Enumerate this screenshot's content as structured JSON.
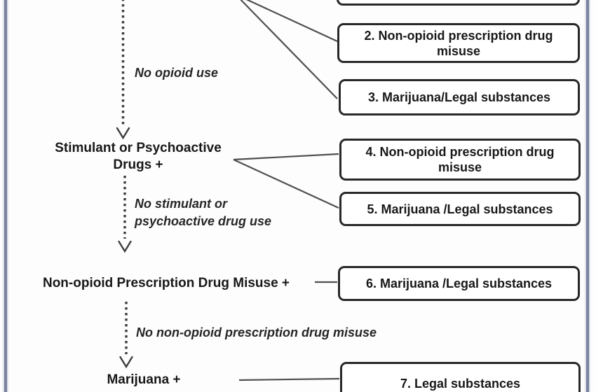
{
  "colors": {
    "frame": "#7b83a0",
    "box_border": "#282828",
    "connector": "#4f4f4f",
    "dotted": "#3d3d3d",
    "text": "#181818",
    "background": "#fdfdfd"
  },
  "nodes": [
    {
      "lines": [
        "Stimulant or Psychoactive",
        "Drugs +"
      ]
    },
    {
      "lines": [
        "Non-opioid Prescription Drug Misuse +"
      ]
    },
    {
      "lines": [
        "Marijuana +"
      ]
    }
  ],
  "edge_labels": [
    {
      "lines": [
        "No opioid use"
      ]
    },
    {
      "lines": [
        "No stimulant or",
        "psychoactive drug use"
      ]
    },
    {
      "lines": [
        "No non-opioid prescription drug misuse"
      ]
    }
  ],
  "outcome_boxes": [
    {
      "label": "2. Non-opioid prescription drug misuse"
    },
    {
      "label": "3. Marijuana/Legal substances"
    },
    {
      "label": "4. Non-opioid prescription drug misuse"
    },
    {
      "label": "5. Marijuana /Legal substances"
    },
    {
      "label": "6. Marijuana /Legal substances"
    },
    {
      "label": "7. Legal substances"
    }
  ]
}
